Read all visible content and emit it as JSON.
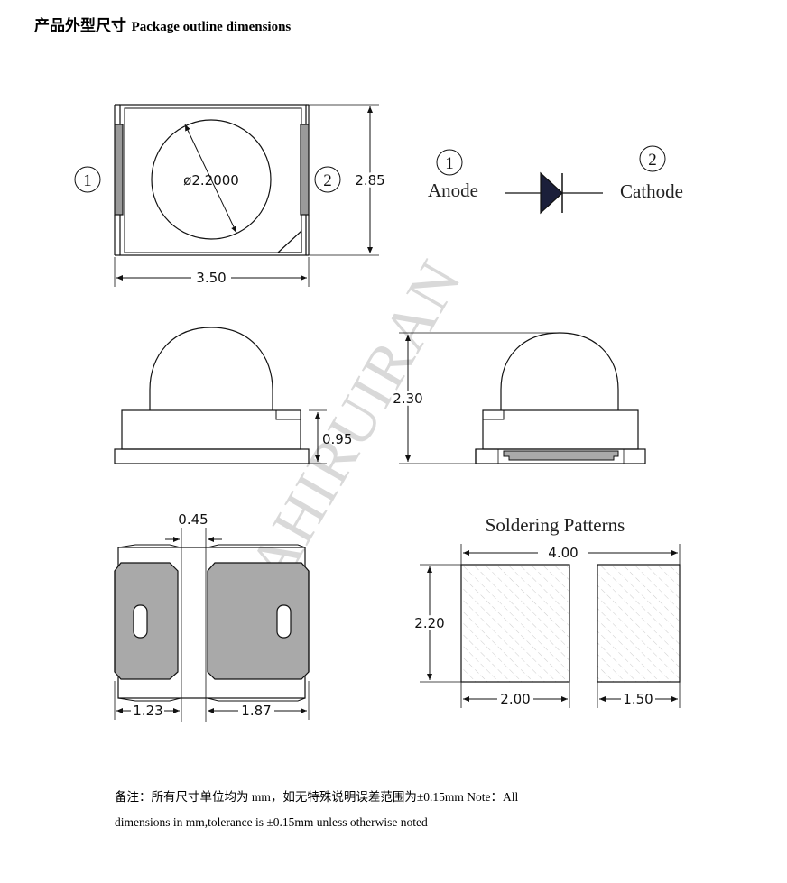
{
  "header": {
    "title_cn": "产品外型尺寸",
    "title_en": "Package outline dimensions"
  },
  "top_view": {
    "pin1_marker": "1",
    "pin2_marker": "2",
    "lens_diameter": "ø2.2000",
    "height_dim": "2.85",
    "width_dim": "3.50"
  },
  "symbol": {
    "pin1_number": "1",
    "pin2_number": "2",
    "anode_label": "Anode",
    "cathode_label": "Cathode"
  },
  "side_view": {
    "body_height_dim": "0.95",
    "total_height_dim": "2.30"
  },
  "bottom_view": {
    "gap_dim": "0.45",
    "left_pad_dim": "1.23",
    "right_pad_dim": "1.87"
  },
  "soldering": {
    "title": "Soldering Patterns",
    "overall_width": "4.00",
    "height": "2.20",
    "left_pad_width": "2.00",
    "right_pad_width": "1.50"
  },
  "watermark": "ASAHIRUIRAN",
  "notes": {
    "line1": "备注：所有尺寸单位均为 mm，如无特殊说明误差范围为±0.15mm Note：All",
    "line2": "dimensions in mm,tolerance is  ±0.15mm unless otherwise noted"
  }
}
